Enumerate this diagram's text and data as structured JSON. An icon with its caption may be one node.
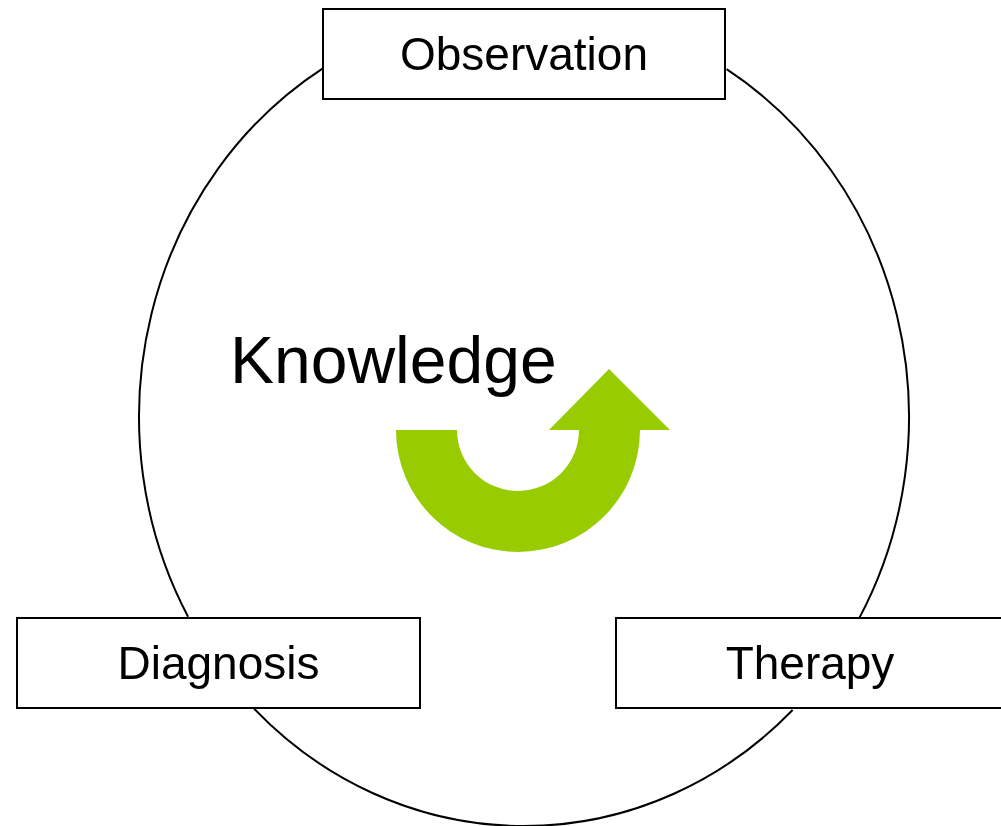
{
  "diagram": {
    "nodes": [
      {
        "text": [
          "Observation"
        ]
      },
      {
        "text": [
          "Diagnosis"
        ]
      },
      {
        "text": [
          "Therapy"
        ]
      }
    ],
    "edges": [
      {
        "from": 0,
        "to": 2,
        "arrow": "none"
      },
      {
        "from": 2,
        "to": 1,
        "arrow": "none"
      },
      {
        "from": 1,
        "to": 0,
        "arrow": "none"
      }
    ],
    "labels": [
      "Knowledge"
    ]
  }
}
